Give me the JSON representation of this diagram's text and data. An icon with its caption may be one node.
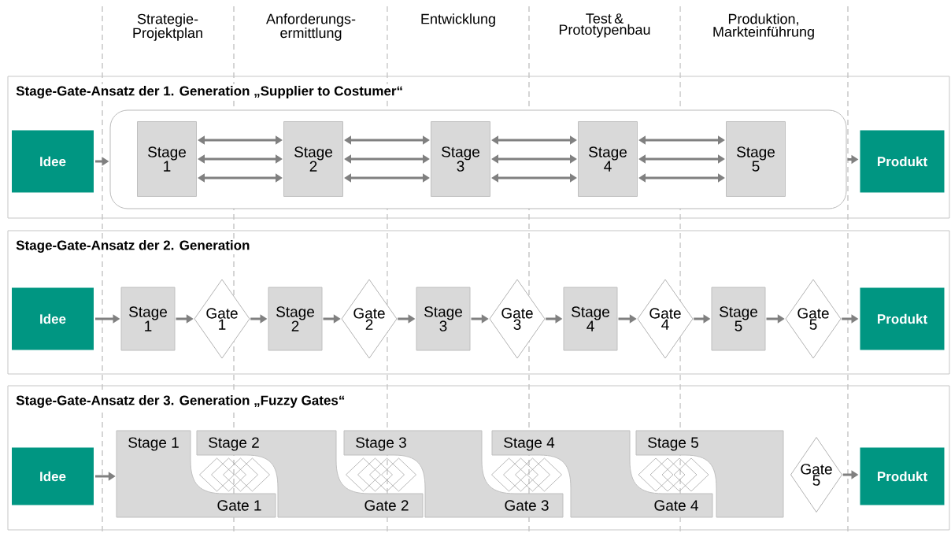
{
  "diagram": {
    "nodes": [
      {
        "text": [
          "Stage-Gate-Ansatz der 1. Generation „Supplier to Costumer“"
        ]
      },
      {
        "text": [
          "Idee"
        ],
        "in": 0
      },
      {
        "text": [],
        "shape": "box",
        "in": 0
      },
      {
        "text": [
          "Stage 1"
        ],
        "in": 2
      },
      {
        "text": [
          "Stage 2"
        ],
        "in": 2
      },
      {
        "text": [
          "Stage 3"
        ],
        "in": 2
      },
      {
        "text": [
          "Stage 4"
        ],
        "in": 2
      },
      {
        "text": [
          "Stage 5"
        ],
        "in": 2
      },
      {
        "text": [
          "Produkt"
        ],
        "in": 0
      },
      {
        "text": [
          "Stage-Gate-Ansatz der 2. Generation"
        ]
      },
      {
        "text": [
          "Idee"
        ],
        "in": 9
      },
      {
        "text": [
          "Stage 1"
        ],
        "in": 9
      },
      {
        "text": [
          "Gate 1"
        ],
        "in": 9
      },
      {
        "text": [
          "Stage 2"
        ],
        "in": 9
      },
      {
        "text": [
          "Gate 2"
        ],
        "in": 9
      },
      {
        "text": [
          "Stage 3"
        ],
        "in": 9
      },
      {
        "text": [
          "Gate 3"
        ],
        "in": 9
      },
      {
        "text": [
          "Stage 4"
        ],
        "in": 9
      },
      {
        "text": [
          "Gate 4"
        ],
        "in": 9
      },
      {
        "text": [
          "Stage 5"
        ],
        "in": 9
      },
      {
        "text": [
          "Gate 5"
        ],
        "in": 9
      },
      {
        "text": [
          "Produkt"
        ],
        "in": 9
      },
      {
        "text": [
          "Stage-Gate-Ansatz der 3. Generation „Fuzzy Gates“"
        ]
      },
      {
        "text": [
          "Idee"
        ],
        "in": 22
      },
      {
        "text": [
          "Stage 1",
          "Gate 1"
        ],
        "in": 22
      },
      {
        "text": [
          "Stage 2",
          "Gate 2"
        ],
        "in": 22
      },
      {
        "text": [
          "Stage 3",
          "Gate 3"
        ],
        "in": 22
      },
      {
        "text": [
          "Stage 4",
          "Gate 4"
        ],
        "in": 22
      },
      {
        "text": [
          "Stage 5"
        ],
        "in": 22
      },
      {
        "text": [
          "Gate 5"
        ],
        "in": 22
      },
      {
        "text": [
          "Produkt"
        ],
        "in": 22
      }
    ],
    "edges": [
      {
        "from": 1,
        "to": 2,
        "arrow": "to"
      },
      {
        "from": 2,
        "to": 8,
        "arrow": "to"
      },
      {
        "from": 3,
        "to": 4,
        "arrow": "both"
      },
      {
        "from": 3,
        "to": 4,
        "arrow": "both"
      },
      {
        "from": 3,
        "to": 4,
        "arrow": "both"
      },
      {
        "from": 4,
        "to": 5,
        "arrow": "both"
      },
      {
        "from": 4,
        "to": 5,
        "arrow": "both"
      },
      {
        "from": 4,
        "to": 5,
        "arrow": "both"
      },
      {
        "from": 5,
        "to": 6,
        "arrow": "both"
      },
      {
        "from": 5,
        "to": 6,
        "arrow": "both"
      },
      {
        "from": 5,
        "to": 6,
        "arrow": "both"
      },
      {
        "from": 6,
        "to": 7,
        "arrow": "both"
      },
      {
        "from": 6,
        "to": 7,
        "arrow": "both"
      },
      {
        "from": 6,
        "to": 7,
        "arrow": "both"
      },
      {
        "from": 10,
        "to": 11,
        "arrow": "to"
      },
      {
        "from": 11,
        "to": 12,
        "arrow": "to"
      },
      {
        "from": 12,
        "to": 13,
        "arrow": "to"
      },
      {
        "from": 13,
        "to": 14,
        "arrow": "to"
      },
      {
        "from": 14,
        "to": 15,
        "arrow": "to"
      },
      {
        "from": 15,
        "to": 16,
        "arrow": "to"
      },
      {
        "from": 16,
        "to": 17,
        "arrow": "to"
      },
      {
        "from": 17,
        "to": 18,
        "arrow": "to"
      },
      {
        "from": 18,
        "to": 19,
        "arrow": "to"
      },
      {
        "from": 19,
        "to": 20,
        "arrow": "to"
      },
      {
        "from": 20,
        "to": 21,
        "arrow": "to"
      },
      {
        "from": 23,
        "to": 24,
        "arrow": "to"
      },
      {
        "from": 29,
        "to": 30,
        "arrow": "to"
      }
    ],
    "labels": [
      "Strategie- Projektplan",
      "Anforderungs- ermittlung",
      "Entwicklung",
      "Test & Prototypenbau",
      "Produktion, Markteinführung"
    ]
  }
}
